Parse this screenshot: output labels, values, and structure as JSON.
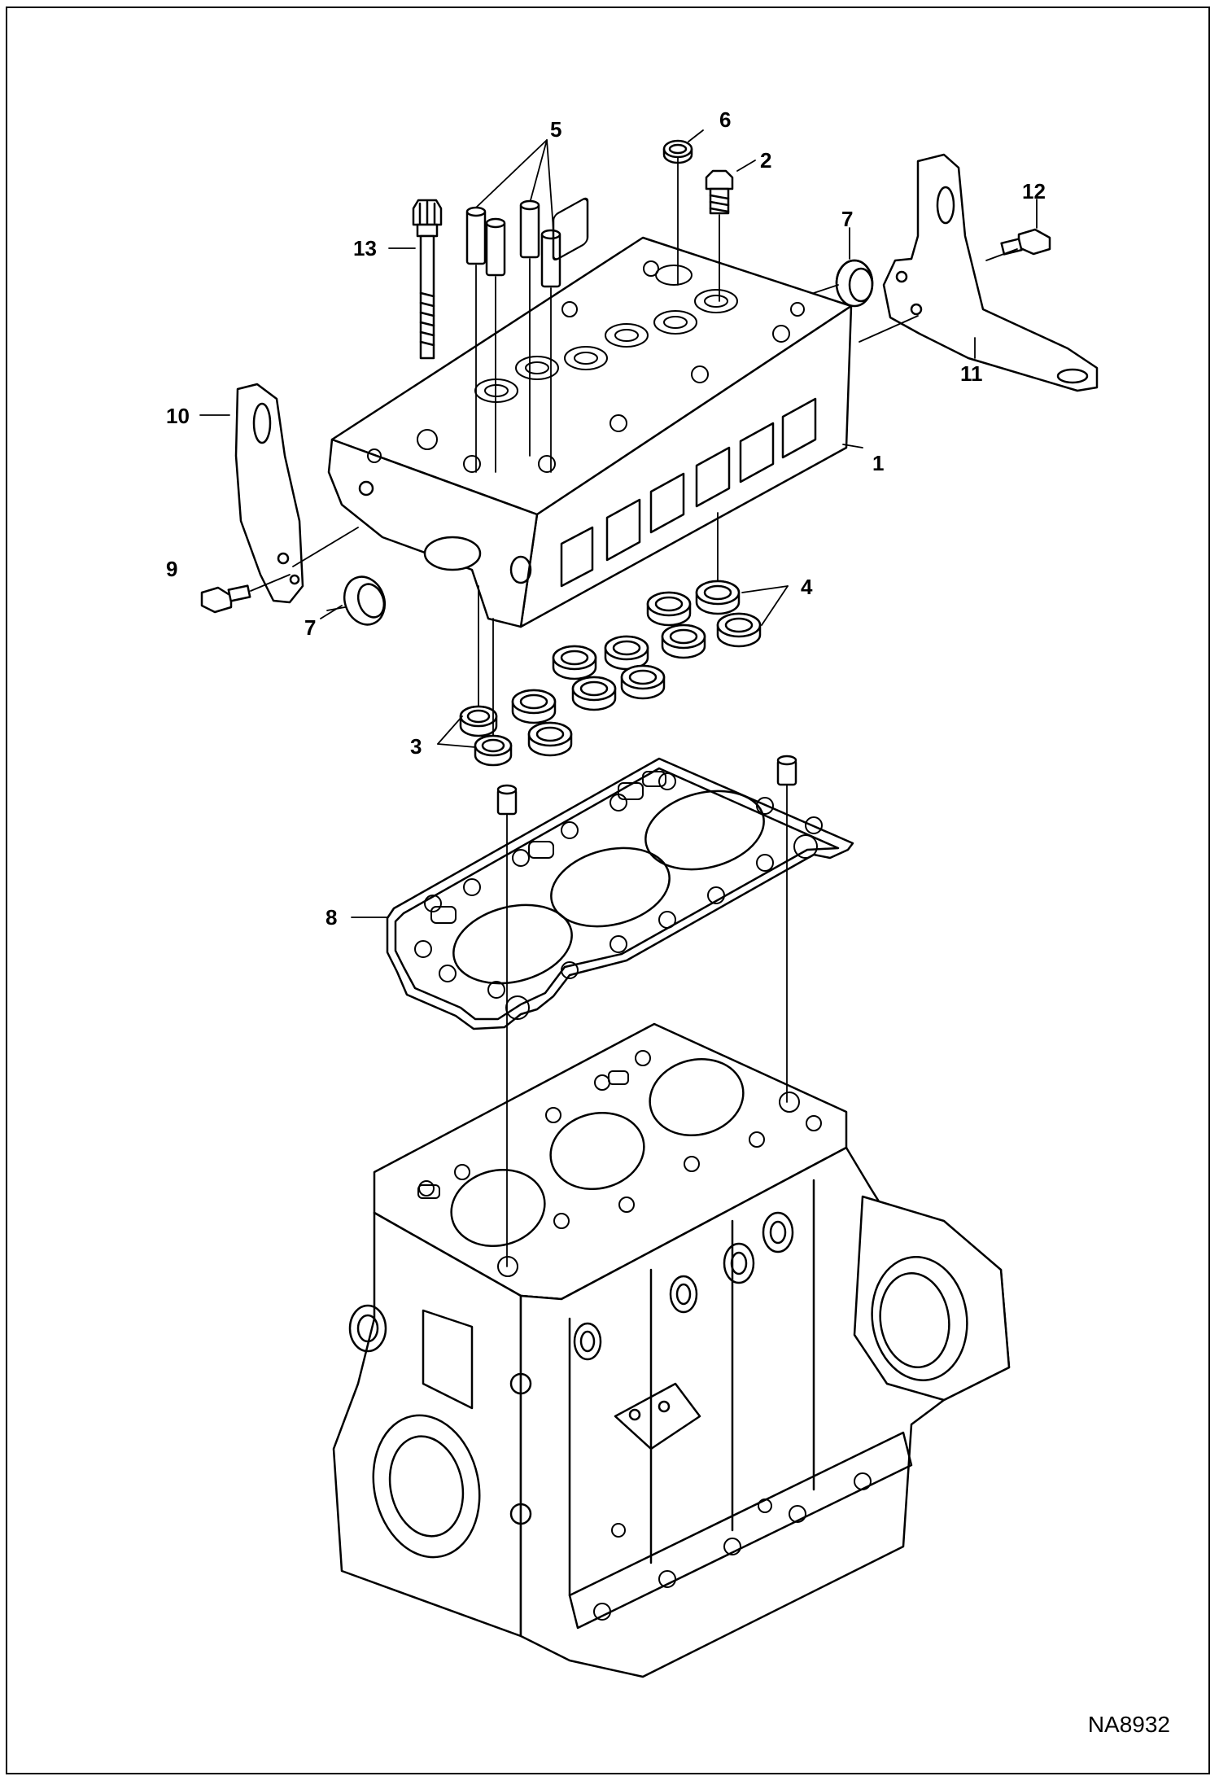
{
  "figure_id": "NA8932",
  "callouts": {
    "c1": "1",
    "c2": "2",
    "c3": "3",
    "c4": "4",
    "c5": "5",
    "c6": "6",
    "c7a": "7",
    "c7b": "7",
    "c8": "8",
    "c9": "9",
    "c10": "10",
    "c11": "11",
    "c12": "12",
    "c13": "13"
  },
  "colors": {
    "line": "#000000",
    "background": "#ffffff"
  }
}
